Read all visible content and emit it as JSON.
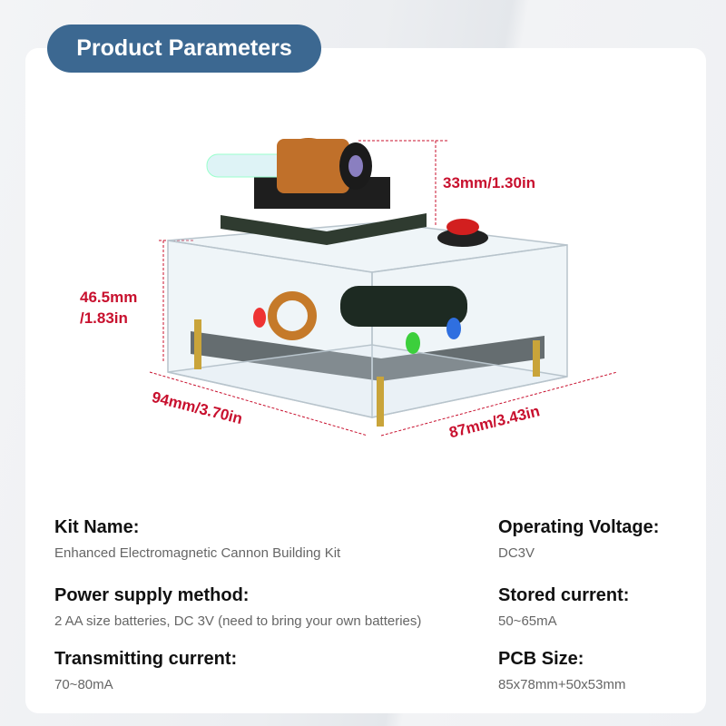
{
  "header": {
    "title": "Product Parameters"
  },
  "dimensions": {
    "coil_height": "33mm/1.30in",
    "body_height_mm": "46.5mm",
    "body_height_in": "/1.83in",
    "width": "94mm/3.70in",
    "depth": "87mm/3.43in"
  },
  "colors": {
    "accent": "#3c6891",
    "dimension": "#c8102e"
  },
  "specs": [
    {
      "label": "Kit Name:",
      "value": "Enhanced Electromagnetic Cannon Building Kit"
    },
    {
      "label": "Power supply method:",
      "value": "2 AA size batteries, DC 3V (need to bring your own batteries)"
    },
    {
      "label": "Transmitting current:",
      "value": "70~80mA"
    },
    {
      "label": "Operating Voltage:",
      "value": "DC3V"
    },
    {
      "label": "Stored current:",
      "value": "50~65mA"
    },
    {
      "label": "PCB Size:",
      "value": "85x78mm+50x53mm"
    }
  ]
}
